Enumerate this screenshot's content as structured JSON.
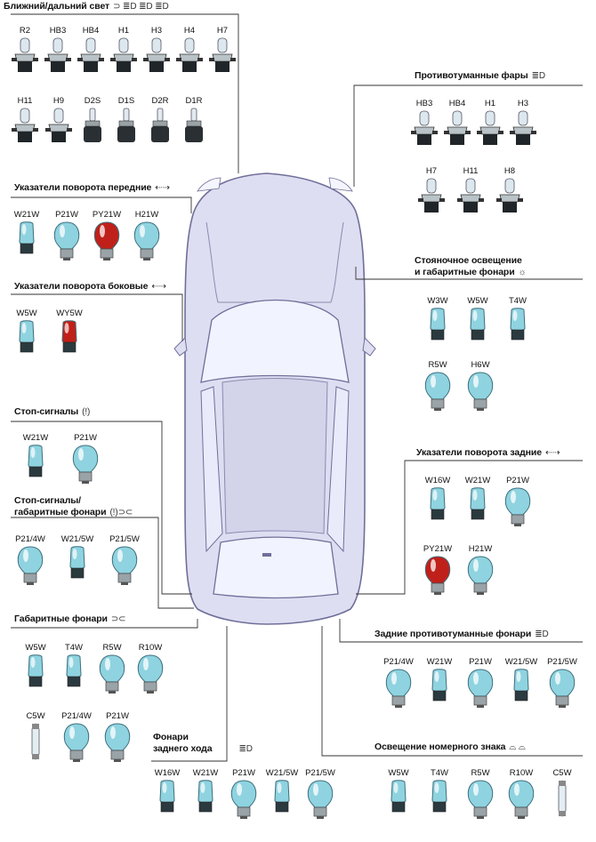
{
  "sections": {
    "headlights": {
      "title": "Ближний/дальний свет",
      "symbols": "⊃ ≣D ≣D ≣D"
    },
    "fog_front": {
      "title": "Противотуманные фары",
      "symbols": "≣D"
    },
    "turn_front": {
      "title": "Указатели поворота передние",
      "symbols": "⇠⇢"
    },
    "parking": {
      "title_line1": "Стояночное освещение",
      "title_line2": "и габаритные фонари",
      "symbols": "☼"
    },
    "turn_side": {
      "title": "Указатели поворота боковые",
      "symbols": "⇠⇢"
    },
    "stop": {
      "title": "Стоп-сигналы",
      "symbols": "(!)"
    },
    "turn_rear": {
      "title": "Указатели поворота задние",
      "symbols": "⇠⇢"
    },
    "stop_side": {
      "title_line1": "Стоп-сигналы/",
      "title_line2": "габаритные фонари",
      "symbols": "(!)⊃⊂"
    },
    "side_lights": {
      "title": "Габаритные фонари",
      "symbols": "⊃⊂"
    },
    "fog_rear": {
      "title": "Задние противотуманные фонари",
      "symbols": "≣D"
    },
    "reverse": {
      "title_line1": "Фонари",
      "title_line2": "заднего хода",
      "symbols": "≣D"
    },
    "plate": {
      "title": "Освещение номерного знака",
      "symbols": "⌓ ⌓"
    }
  },
  "bulb_codes": {
    "headlights_row1": [
      "R2",
      "HB3",
      "HB4",
      "H1",
      "H3",
      "H4",
      "H7"
    ],
    "headlights_row2": [
      "H11",
      "H9",
      "D2S",
      "D1S",
      "D2R",
      "D1R"
    ],
    "fog_row1": [
      "HB3",
      "HB4",
      "H1",
      "H3"
    ],
    "fog_row2": [
      "H7",
      "H11",
      "H8"
    ],
    "turn_front": [
      "W21W",
      "P21W",
      "PY21W",
      "H21W"
    ],
    "parking_row1": [
      "W3W",
      "W5W",
      "T4W"
    ],
    "parking_row2": [
      "R5W",
      "H6W"
    ],
    "turn_side": [
      "W5W",
      "WY5W"
    ],
    "stop": [
      "W21W",
      "P21W"
    ],
    "turn_rear_row1": [
      "W16W",
      "W21W",
      "P21W"
    ],
    "turn_rear_row2": [
      "PY21W",
      "H21W"
    ],
    "stop_side": [
      "P21/4W",
      "W21/5W",
      "P21/5W"
    ],
    "side_lights_row1": [
      "W5W",
      "T4W",
      "R5W",
      "R10W"
    ],
    "side_lights_row2": [
      "C5W",
      "P21/4W",
      "P21W"
    ],
    "fog_rear": [
      "P21/4W",
      "W21W",
      "P21W",
      "W21/5W",
      "P21/5W"
    ],
    "reverse": [
      "W16W",
      "W21W",
      "P21W",
      "W21/5W",
      "P21/5W"
    ],
    "plate": [
      "W5W",
      "T4W",
      "R5W",
      "R10W",
      "C5W"
    ]
  },
  "colors": {
    "amber_bulb": "#c0201a",
    "glass_blue": "#8fd3e0",
    "car_body": "#dcdcf0",
    "car_outline": "#6f6f9a",
    "leader_line": "#333333"
  }
}
